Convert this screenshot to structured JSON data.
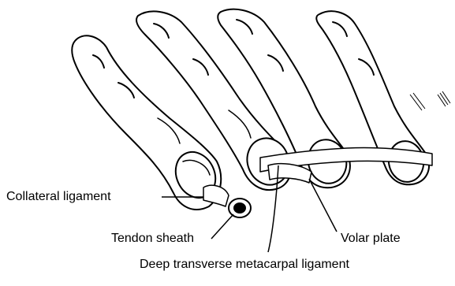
{
  "figure": {
    "labels": {
      "collateral_ligament": "Collateral ligament",
      "tendon_sheath": "Tendon sheath",
      "volar_plate": "Volar plate",
      "deep_transverse": "Deep transverse metacarpal ligament"
    }
  },
  "colors": {
    "ink": "#000000",
    "paper": "#ffffff",
    "bone": "#ffffff"
  }
}
